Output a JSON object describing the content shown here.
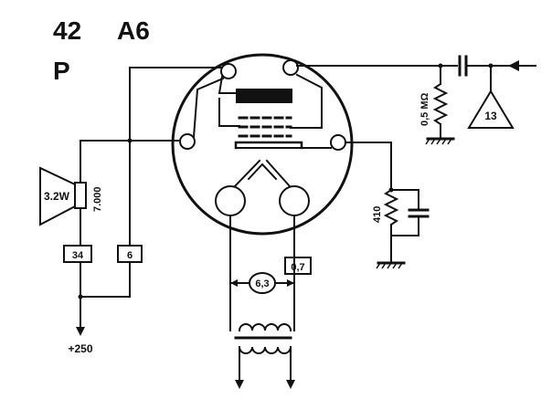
{
  "tube": {
    "code_left": "42",
    "code_right": "A6",
    "code_bottom": "P"
  },
  "labels": {
    "speaker_power": "3.2W",
    "speaker_impedance": "7.000",
    "grid_resistor": "0,5 MΩ",
    "input_stage": "13",
    "cathode_resistor": "410",
    "pin_screen": "6",
    "pin_plate": "34",
    "heater_voltage": "6,3",
    "heater_current": "0,7",
    "supply": "+250"
  },
  "colors": {
    "ink": "#111111",
    "paper": "#ffffff"
  }
}
